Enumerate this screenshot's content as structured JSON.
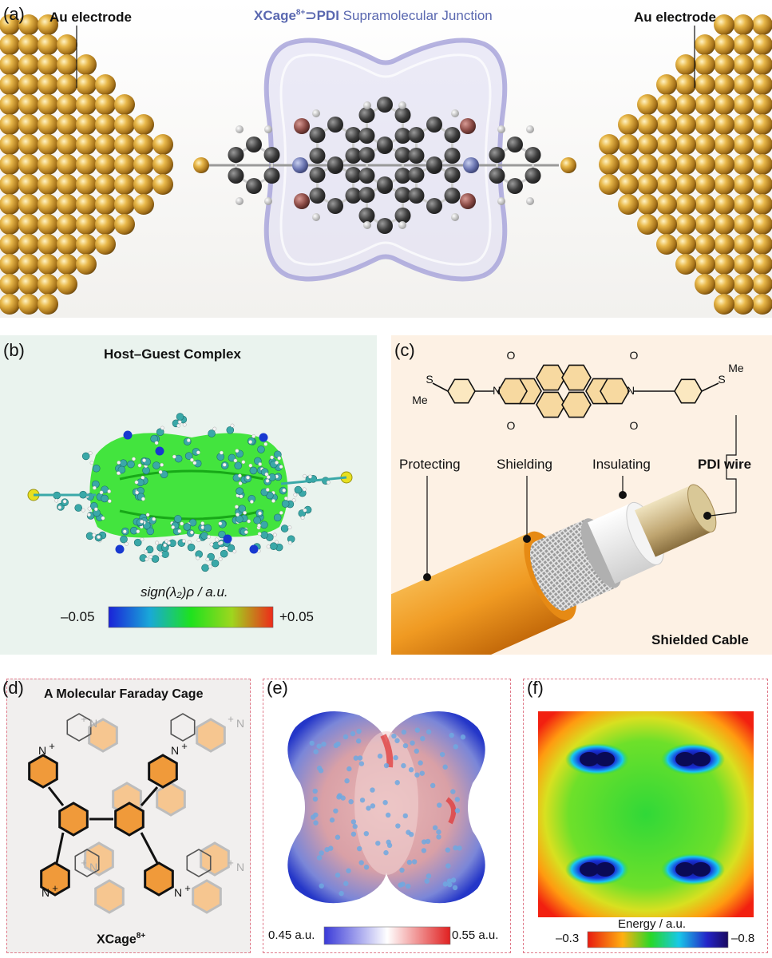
{
  "panel_a": {
    "letter": "(a)",
    "title_prefix": "XCage",
    "title_sup": "8+",
    "title_mid": "⊃PDI",
    "title_rest": " Supramolecular Junction",
    "left_label": "Au electrode",
    "right_label": "Au electrode"
  },
  "panel_b": {
    "letter": "(b)",
    "title": "Host–Guest Complex",
    "scale_label": "sign(λ₂)ρ / a.u.",
    "scale_min": "–0.05",
    "scale_max": "+0.05"
  },
  "panel_c": {
    "letter": "(c)",
    "atom_s": "S",
    "atom_n": "N",
    "atom_o": "O",
    "methyl": "Me",
    "labels": {
      "protecting": "Protecting",
      "shielding": "Shielding",
      "insulating": "Insulating",
      "pdi_wire": "PDI wire"
    },
    "caption": "Shielded Cable"
  },
  "panel_d": {
    "letter": "(d)",
    "title": "A Molecular Faraday Cage",
    "n_plus": "N",
    "plus": "+",
    "caption_prefix": "XCage",
    "caption_sup": "8+"
  },
  "panel_e": {
    "letter": "(e)",
    "scale_min": "0.45 a.u.",
    "scale_max": "0.55 a.u."
  },
  "panel_f": {
    "letter": "(f)",
    "scale_label": "Energy / a.u.",
    "scale_min": "–0.3",
    "scale_max": "–0.8"
  },
  "colors": {
    "gold": "#d9a52e",
    "cage": "#b9b6e6",
    "cable_orange": "#f0a02a",
    "panel_b_bg": "#eaf3ee",
    "panel_c_bg": "#fdf1e4",
    "panel_d_bg": "#f1efee",
    "dashed_border": "#e07a8a"
  }
}
